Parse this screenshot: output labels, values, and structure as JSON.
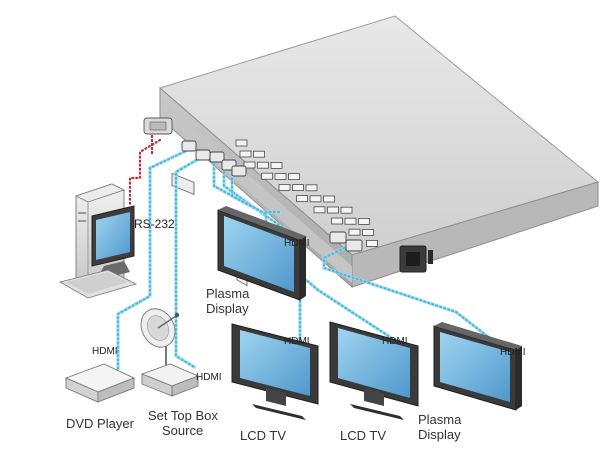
{
  "labels": {
    "rs232": "RS-232",
    "hdmi": "HDMI",
    "dvd_player": "DVD Player",
    "set_top_box_line1": "Set Top Box",
    "set_top_box_line2": "Source",
    "lcd_tv_1": "LCD TV",
    "lcd_tv_2": "LCD TV",
    "plasma_1_line1": "Plasma",
    "plasma_1_line2": "Display",
    "plasma_2_line1": "Plasma",
    "plasma_2_line2": "Display"
  },
  "colors": {
    "cable": "#4fb8d8",
    "serial_cable": "#c4262e",
    "screen": "#6fb4dc",
    "chassis": "#d9d9d9"
  }
}
